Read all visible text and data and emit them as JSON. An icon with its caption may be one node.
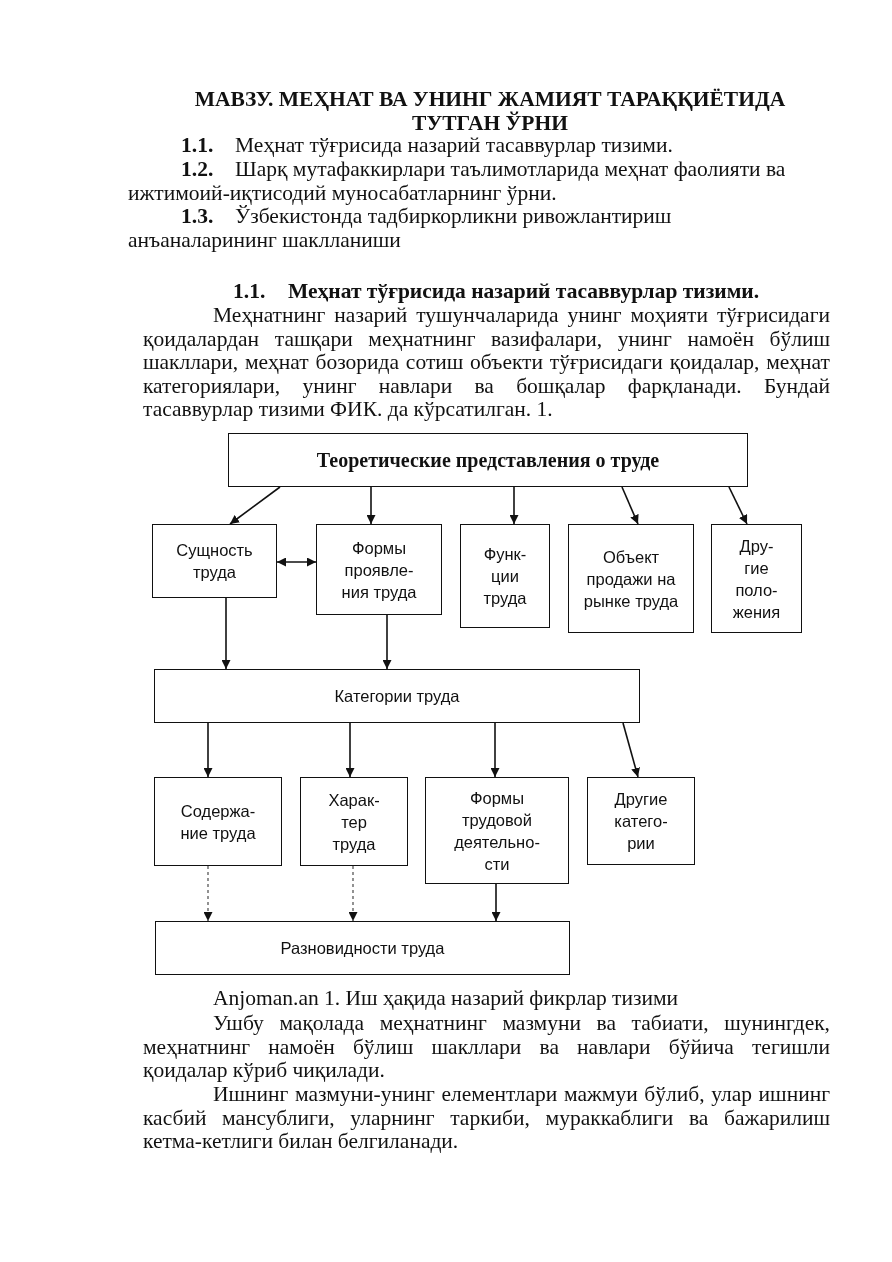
{
  "diagram": {
    "title": "МАВЗУ. МЕҲНАТ ВА УНИНГ ЖАМИЯТ ТАРАҚҚИЁТИДА ТУТГАН ЎРНИ",
    "caption": "Anjoman.an 1. Иш ҳақида назарий фикрлар тизими",
    "nodes": [
      {
        "text": [
          "Теоретические представления о труде"
        ]
      },
      {
        "text": [
          "Сущность труда"
        ]
      },
      {
        "text": [
          "Формы проявле- ния труда"
        ]
      },
      {
        "text": [
          "Функ- ции труда"
        ]
      },
      {
        "text": [
          "Объект продажи на рынке труда"
        ]
      },
      {
        "text": [
          "Дру- гие поло- жения"
        ]
      },
      {
        "text": [
          "Категории труда"
        ]
      },
      {
        "text": [
          "Содержа- ние труда"
        ]
      },
      {
        "text": [
          "Харак- тер труда"
        ]
      },
      {
        "text": [
          "Формы трудовой деятельно- сти"
        ]
      },
      {
        "text": [
          "Другие катего- рии"
        ]
      },
      {
        "text": [
          "Разновидности труда"
        ]
      }
    ],
    "edges": [
      {
        "from": 0,
        "to": 1,
        "arrow": "to"
      },
      {
        "from": 0,
        "to": 2,
        "arrow": "to"
      },
      {
        "from": 0,
        "to": 3,
        "arrow": "to"
      },
      {
        "from": 0,
        "to": 4,
        "arrow": "to"
      },
      {
        "from": 0,
        "to": 5,
        "arrow": "to"
      },
      {
        "from": 1,
        "to": 2,
        "arrow": "both"
      },
      {
        "from": 1,
        "to": 6,
        "arrow": "to"
      },
      {
        "from": 2,
        "to": 6,
        "arrow": "to"
      },
      {
        "from": 6,
        "to": 7,
        "arrow": "to"
      },
      {
        "from": 6,
        "to": 8,
        "arrow": "to"
      },
      {
        "from": 6,
        "to": 9,
        "arrow": "to"
      },
      {
        "from": 6,
        "to": 10,
        "arrow": "to"
      },
      {
        "from": 7,
        "to": 11,
        "arrow": "to",
        "style": "dashed",
        "color": "#777777"
      },
      {
        "from": 8,
        "to": 11,
        "arrow": "to",
        "style": "dashed",
        "color": "#777777"
      },
      {
        "from": 9,
        "to": 11,
        "arrow": "to"
      }
    ],
    "labels": [
      "1.1.",
      "Меҳнат тўғрисида назарий тасаввурлар тизими.",
      "1.2.",
      "Шарқ мутафаккирлари таълимотларида меҳнат фаолияти ва ижтимоий-иқтисодий муносабатларнинг ўрни.",
      "1.3.",
      "Ўзбекистонда тадбиркорликни ривожлантириш анъаналарининг шаклланиши",
      "1.1.",
      "Меҳнат тўғрисида назарий тасаввурлар тизими.",
      "Меҳнатнинг назарий тушунчаларида унинг моҳияти тўғрисидаги қоидалардан ташқари меҳнатнинг вазифалари, унинг намоён бўлиш шакллари, меҳнат бозорида сотиш объекти тўғрисидаги қоидалар, меҳнат категориялари, унинг навлари ва бошқалар фарқланади. Бундай тасаввурлар тизими ФИК. да кўрсатилган. 1.",
      "Ушбу мақолада меҳнатнинг мазмуни ва табиати, шунингдек, меҳнатнинг намоён бўлиш шакллари ва навлари бўйича тегишли қоидалар кўриб чиқилади.",
      "Ишнинг мазмуни-унинг елементлари мажмуи бўлиб, улар ишнинг касбий мансублиги, уларнинг таркиби, мураккаблиги ва бажарилиш кетма-кетлиги билан белгиланади."
    ]
  }
}
